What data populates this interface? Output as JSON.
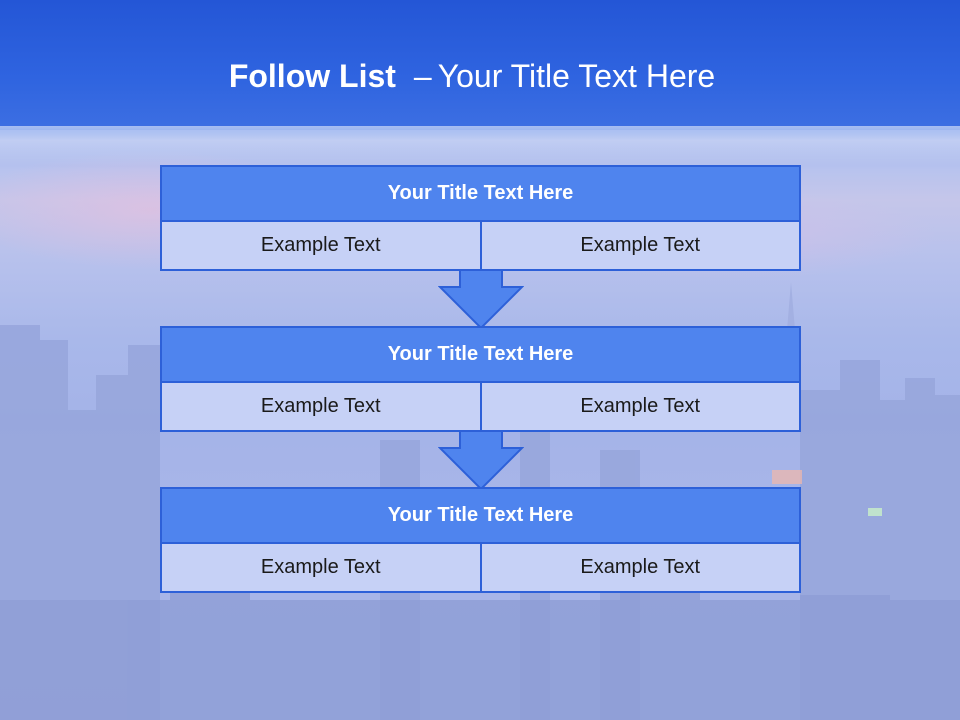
{
  "header": {
    "title_bold": "Follow List",
    "title_separator": "–",
    "title_rest": "Your Title Text Here"
  },
  "flow": {
    "blocks": [
      {
        "title": "Your Title Text Here",
        "left_text": "Example Text",
        "right_text": "Example Text"
      },
      {
        "title": "Your Title Text Here",
        "left_text": "Example Text",
        "right_text": "Example Text"
      },
      {
        "title": "Your Title Text Here",
        "left_text": "Example Text",
        "right_text": "Example Text"
      }
    ]
  },
  "colors": {
    "header_band": "#2f64e0",
    "block_title_fill": "#4f84ee",
    "block_border": "#2d60d8",
    "block_cell_fill": "#c6d1f6",
    "arrow_fill": "#4f84ee"
  },
  "icons": {
    "arrow": "down-arrow-icon"
  }
}
